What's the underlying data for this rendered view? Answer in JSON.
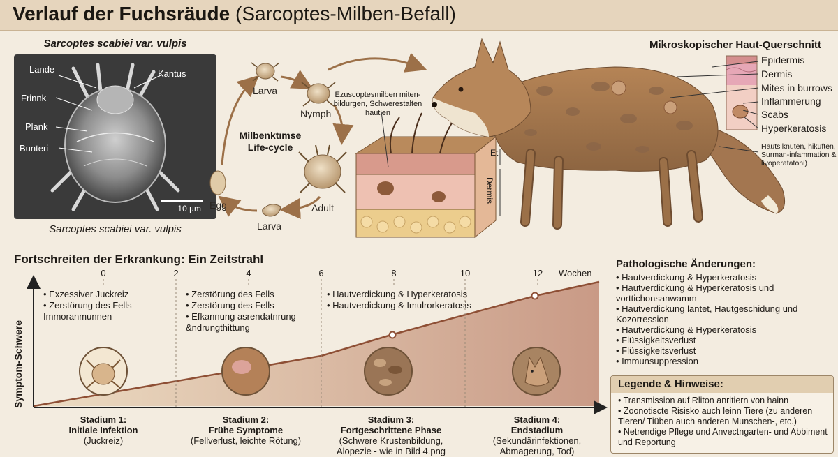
{
  "title": {
    "main": "Verlauf der Fuchsräude",
    "sub": "(Sarcoptes-Milben-Befall)"
  },
  "sem": {
    "title": "Sarcoptes scabiei var. vulpis",
    "caption": "Sarcoptes scabiei var. vulpis",
    "labels": [
      "Lande",
      "Kantus",
      "Frinnk",
      "Plank",
      "Bunteri"
    ],
    "scale": "10 µm"
  },
  "lifecycle": {
    "title_line1": "Milbenktımse",
    "title_line2": "Life-cycle",
    "stages": [
      "Larva",
      "Nymph",
      "Adult",
      "Larva",
      "Egg"
    ]
  },
  "skin_block": {
    "note": "Ezuscoptesmilben miten-bildurgen, Schwerestalten hautlen",
    "label_epidermis": "Et",
    "label_dermis": "Dermis"
  },
  "cross_section": {
    "title": "Mikroskopischer Haut-Querschnitt",
    "labels": [
      "Epidermis",
      "Dermis",
      "Mites in burrows",
      "Inflammerung",
      "Scabs",
      "Hyperkeratosis"
    ],
    "note": "Hautsiknuten, hikuften, Surman-infammation & livoperatatoni)"
  },
  "timeline": {
    "title": "Fortschreiten der Erkrankung: Ein Zeitstrahl",
    "weeks": [
      "0",
      "2",
      "4",
      "6",
      "8",
      "10",
      "12"
    ],
    "unit": "Wochen",
    "y_label": "Symptom-Schwere",
    "bullets_1": [
      "Exzessiver Juckreiz",
      "Zerstörung des Fells Immoranmunnen"
    ],
    "bullets_2": [
      "Zerstörung des Fells",
      "Zerstörung des Fells",
      "Efkannung asrendatnrung &ndrungthittung"
    ],
    "bullets_3": [
      "Hautverdickung & Hyperkeratosis",
      "Hautverdickung & Imulrorkeratosis"
    ],
    "stages": [
      {
        "name": "Stadium 1:",
        "title": "Initiale Infektion",
        "desc": "(Juckreiz)"
      },
      {
        "name": "Stadium 2:",
        "title": "Frühe Symptome",
        "desc": "(Fellverlust, leichte Rötung)"
      },
      {
        "name": "Stadium 3:",
        "title": "Fortgeschrittene Phase",
        "desc": "(Schwere Krustenbildung, Alopezie - wie in Bild 4.png"
      },
      {
        "name": "Stadium 4:",
        "title": "Endstadium",
        "desc": "(Sekundärinfektionen, Abmagerung, Tod)"
      }
    ]
  },
  "pathology": {
    "title": "Pathologische Änderungen:",
    "items": [
      "Hautverdickung & Hyperkeratosis",
      "Hautverdickung & Hyperkeratosis und vorttichonsanwamm",
      "Hautverdickung lantet, Hautgeschidung und Kozorression",
      "Hautverdickung & Hyperkeratosis",
      "Flüssigkeitsverlust",
      "Flüssigkeitsverlust",
      "Immunsuppression"
    ]
  },
  "legend": {
    "title": "Legende & Hinweise:",
    "items": [
      "Transmission auf Rliton anritiern von hainn",
      "Zoonotiscte Risisko auch leinn Tiere (zu anderen Tieren/ Tiüben auch anderen Munschen-, etc.)",
      "Netrendige Pflege und Anvectngarten- und Abbiment und Reportung"
    ]
  },
  "colors": {
    "accent": "#8b5a2b",
    "fur": "#a8754a",
    "skin": "#e9b9a6",
    "fat": "#e8c98a",
    "curve": "#8e4f35"
  }
}
